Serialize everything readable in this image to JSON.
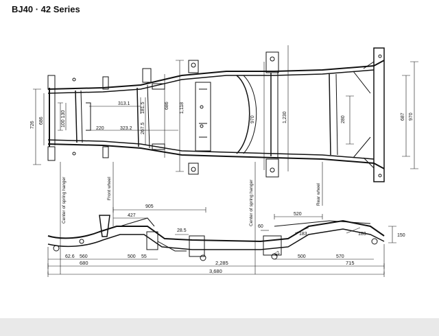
{
  "header": {
    "title": "BJ40 · 42 Series"
  },
  "labels": {
    "spring_hanger_front": "Center of spring hanger",
    "front_wheel": "Front wheel",
    "spring_hanger_rear": "Center of spring hanger",
    "rear_wheel": "Rear wheel"
  },
  "top_view": {
    "d726": "726",
    "d686_left": "686",
    "d100_130": "100 130",
    "d220": "220",
    "d313_1": "313.1",
    "d323_2": "323.2",
    "d181_5": "181.5",
    "d267_5": "267.5",
    "d686_mid": "686",
    "d1118": "1,118",
    "d970_mid": "970",
    "d1230": "1,230",
    "d280": "280",
    "d687": "687",
    "d970_right": "970"
  },
  "side_view": {
    "d905": "905",
    "d427": "427",
    "d28_5": "28.5",
    "d60": "60",
    "d520": "520",
    "d183_a": "183",
    "d183_b": "183",
    "d150": "150",
    "d52": "52",
    "d626": "62.6",
    "d560": "560",
    "d500_a": "500",
    "d55": "55",
    "d500_b": "500",
    "d570": "570",
    "d680": "680",
    "d2285": "2,285",
    "d715": "715",
    "d3680": "3,680"
  }
}
